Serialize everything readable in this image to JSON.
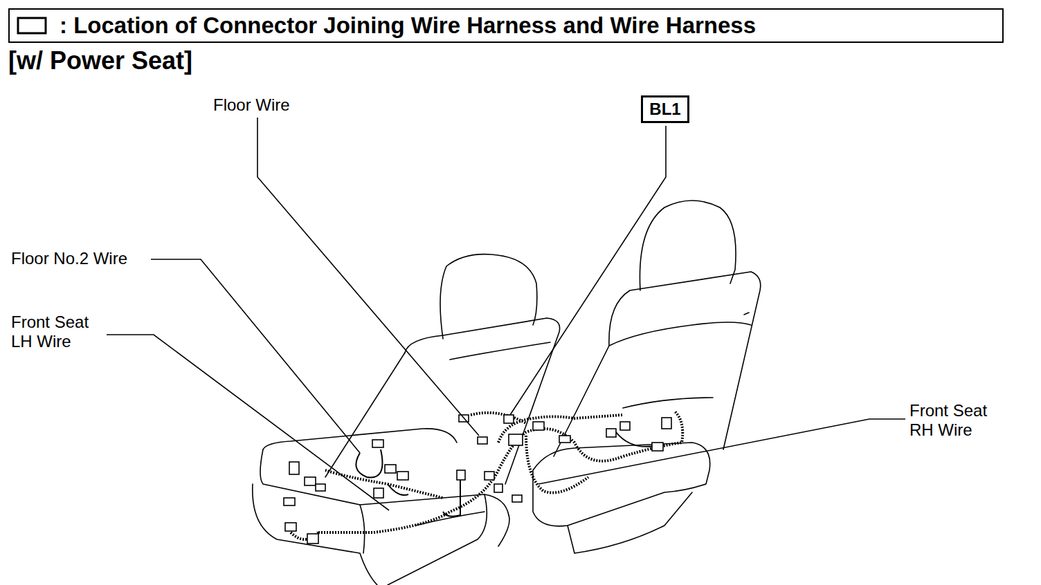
{
  "diagram": {
    "title": ": Location of Connector Joining Wire Harness and Wire Harness",
    "nodes": [
      {
        "text": [
          "BL1"
        ]
      }
    ],
    "edges": [],
    "labels": [
      "[w/ Power Seat]",
      "Floor Wire",
      "Floor No.2 Wire",
      "Front Seat LH Wire",
      "Front Seat RH Wire"
    ]
  }
}
